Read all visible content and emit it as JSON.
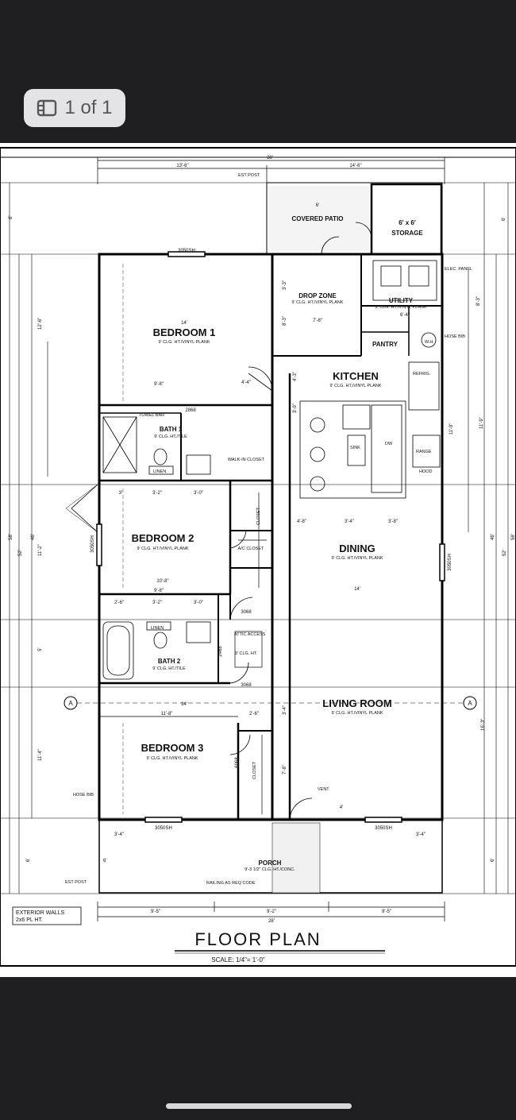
{
  "viewer": {
    "page_counter": "1 of 1",
    "icon": "gallery-icon",
    "colors": {
      "chrome": "#1e1e20",
      "pill": "#e4e4e6",
      "pill_text": "#55565a",
      "home_indicator": "#d7d7d9"
    }
  },
  "plan": {
    "title": "FLOOR PLAN",
    "scale": "SCALE:  1/4\"= 1'-0\"",
    "exterior_walls": [
      "EXTERIOR WALLS",
      "2x6 PL HT."
    ],
    "rooms": {
      "bedroom1": {
        "name": "BEDROOM 1",
        "sub": "9' CLG. HT./VINYL PLANK"
      },
      "bath1": {
        "name": "BATH 1",
        "sub": "9' CLG. HT./TILE"
      },
      "walkin": {
        "name": "WALK-IN CLOSET"
      },
      "bedroom2": {
        "name": "BEDROOM 2",
        "sub": "9' CLG. HT./VINYL PLANK"
      },
      "ac_closet": {
        "name": "A/C CLOSET"
      },
      "bath2": {
        "name": "BATH 2",
        "sub": "9' CLG. HT./TILE"
      },
      "bedroom3": {
        "name": "BEDROOM 3",
        "sub": "9' CLG. HT./VINYL PLANK"
      },
      "closet": {
        "name": "CLOSET"
      },
      "covered_patio": {
        "name": "COVERED PATIO"
      },
      "storage": {
        "name": "6' x 6'",
        "sub": "STORAGE"
      },
      "drop_zone": {
        "name": "DROP ZONE",
        "sub": "9' CLG. HT./VINYL PLANK"
      },
      "utility": {
        "name": "UTILITY",
        "sub": "9' CLG. HT./VINYL PLANK"
      },
      "pantry": {
        "name": "PANTRY"
      },
      "kitchen": {
        "name": "KITCHEN",
        "sub": "9' CLG. HT./VINYL PLANK"
      },
      "dining": {
        "name": "DINING",
        "sub": "9' CLG. HT./VINYL PLANK"
      },
      "living": {
        "name": "LIVING ROOM",
        "sub": "9' CLG. HT./VINYL PLANK"
      },
      "porch": {
        "name": "PORCH",
        "sub": "9'-3 1/2\" CLG. HT./CONC."
      },
      "hall": {
        "sub": "9' CLG. HT."
      }
    },
    "dims": {
      "overall_width": "28'",
      "top_left": "13'-6\"",
      "top_right": "14'-6\"",
      "bottom_left": "9'-5\"",
      "bottom_mid": "9'-2\"",
      "bottom_right": "9'-5\"",
      "bottom_total": "28'",
      "left_52": "52'",
      "left_58": "58'",
      "left_46": "46'",
      "right_52": "52'",
      "right_46": "46'",
      "right_58": "58'",
      "b1_depth": "12'-6\"",
      "b1_width": "14'",
      "b1_9_8": "9'-8\"",
      "b1_4_4": "4'-4\"",
      "b2_depth": "11'-2\"",
      "b2_10_8": "10'-8\"",
      "b2_9_8": "9'-8\"",
      "b3_depth": "11'-4\"",
      "b3_14": "14'",
      "b3_11_8": "11'-8\"",
      "b3_2_6": "2'-6\"",
      "dining_14": "14'",
      "living_16_3": "16'-3\"",
      "kitchen_11_9": "11'-9\"",
      "porch_6": "6'",
      "patio_6": "6'",
      "door_2868": "2868",
      "door_3068a": "3068",
      "door_3068b": "3068",
      "door_2468": "2468",
      "door_6068": "6068",
      "win_top": "3050SH",
      "win_b1": "3050SH",
      "win_b2": "3050SH",
      "win_porch_l": "3050SH",
      "win_porch_r": "3050SH",
      "win_dining": "3050SH",
      "dz_7_8": "7'-8\"",
      "dz_3_3": "3'-3\"",
      "dz_8_3": "8'-3\"",
      "pantry_6_4": "6'-4\"",
      "k_4_3": "4'-3\"",
      "k_3_9": "3'-9\"",
      "d_4_8": "4'-8\"",
      "d_3_4": "3'-4\"",
      "d_3_8": "3'-8\"",
      "l_7_8": "7'-8\"",
      "l_3_4": "3'-4\"",
      "porch_3_4a": "3'-4\"",
      "porch_3_4b": "3'-4\"",
      "porch_4": "4'",
      "w_3_2a": "3'-2\"",
      "w_3_0a": "3'-0\"",
      "w_3_2b": "3'-2\"",
      "w_3_0b": "3'-0\"",
      "w_2_6": "2'-6\"",
      "w_3": "3'",
      "side_12_6": "12'-6\"",
      "side_6": "6'",
      "side_5": "5'",
      "side_11_2": "11'-2\"",
      "side_11_4": "11'-4\"",
      "side_6b": "6'",
      "right_6": "6'",
      "right_8_3": "8'-3\"",
      "right_11_9": "11'-9\"",
      "right_16_3": "16'-3\"",
      "right_6b": "6'"
    },
    "notes": {
      "linen": "LINEN",
      "linen2": "LINEN",
      "est_post": "EST POST",
      "est_post2": "EST POST",
      "towel_bar": "TOWEL BAR",
      "hose_bib": "HOSE BIB",
      "hose_bib2": "HOSE BIB",
      "attic": "ATTIC ACCESS",
      "elec": "ELEC. PANEL",
      "wh": "W.H.",
      "refrig": "REFRIG.",
      "dw": "DW",
      "range": "RANGE",
      "sink": "SINK",
      "hood": "HOOD",
      "railing": "RAILING AS REQ CODE",
      "vent": "VENT"
    },
    "section_marker": "A"
  }
}
